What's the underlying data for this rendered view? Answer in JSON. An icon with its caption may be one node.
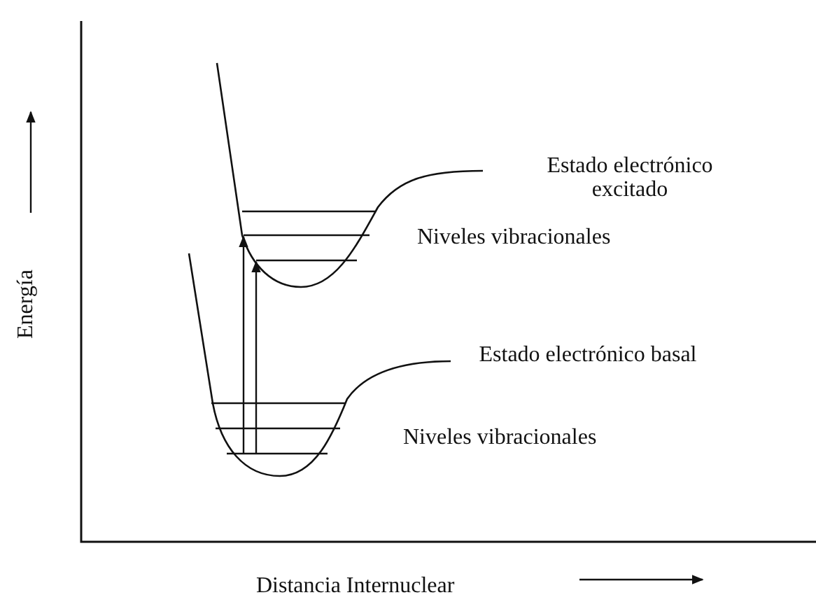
{
  "diagram": {
    "labels": [
      "Energía",
      "Estado electrónico excitado",
      "Niveles vibracionales",
      "Estado electrónico basal",
      "Niveles vibracionales",
      "Distancia Internuclear"
    ]
  }
}
